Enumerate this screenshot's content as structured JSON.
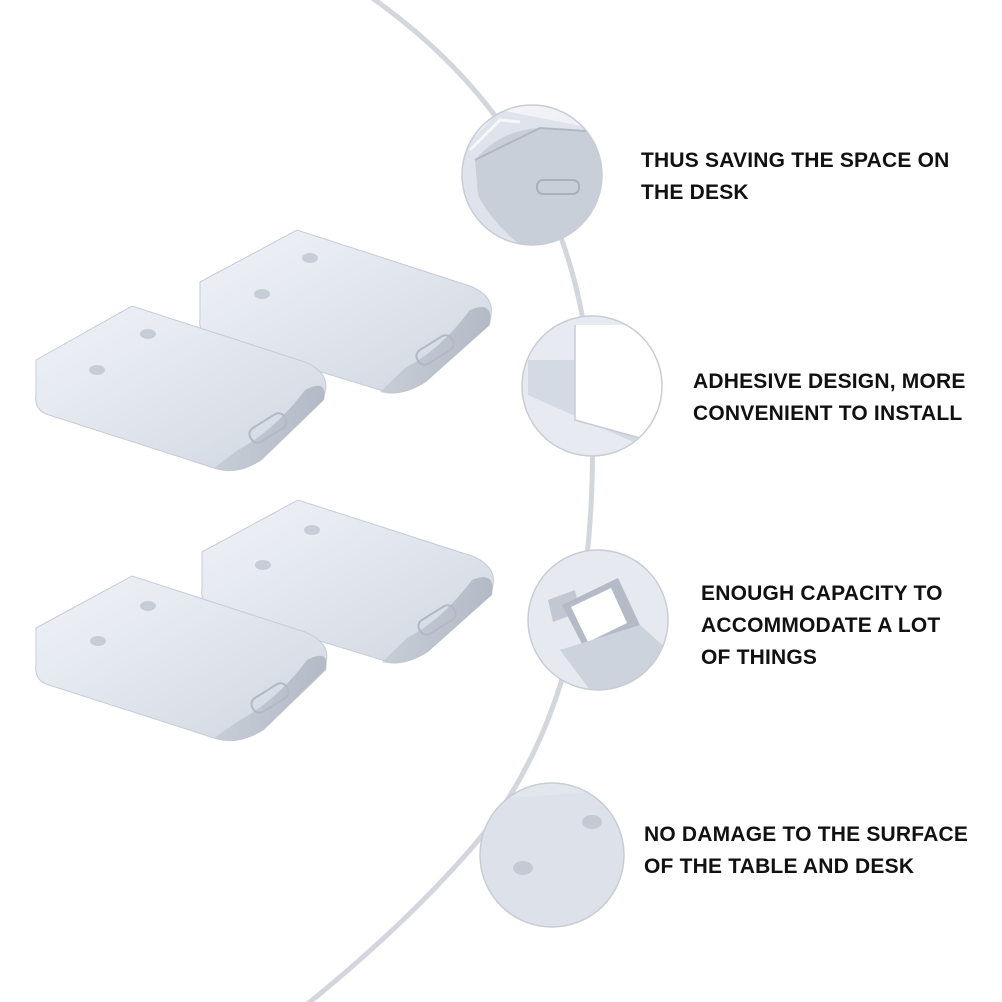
{
  "features": [
    {
      "line1": "THUS SAVING THE SPACE ON",
      "line2": "THE DESK",
      "line3": ""
    },
    {
      "line1": "ADHESIVE DESIGN, MORE",
      "line2": "CONVENIENT TO INSTALL",
      "line3": ""
    },
    {
      "line1": "ENOUGH CAPACITY TO",
      "line2": "ACCOMMODATE A LOT",
      "line3": "OF THINGS"
    },
    {
      "line1": "NO DAMAGE TO THE SURFACE",
      "line2": "OF THE TABLE AND DESK",
      "line3": ""
    }
  ],
  "colors": {
    "background": "#ffffff",
    "drawer_body": "#dde2ea",
    "drawer_shadow": "#b8bec8",
    "circle_border": "#c8ccd4",
    "curve": "#d3d6dc",
    "text": "#111111"
  }
}
